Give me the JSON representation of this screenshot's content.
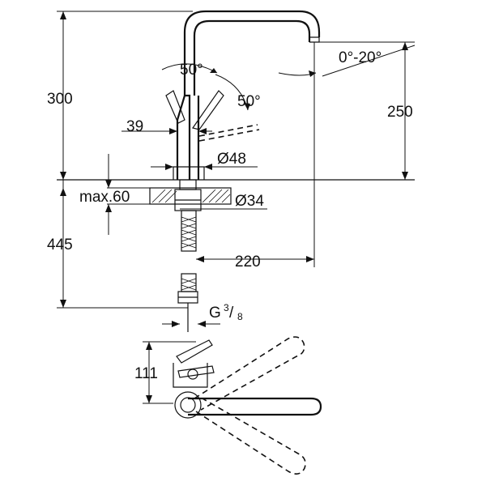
{
  "dimensions": {
    "height_total": "300",
    "spout_height": "250",
    "lever_angle_left": "50°",
    "lever_angle_right": "50°",
    "spout_tilt": "0°-20°",
    "lever_offset": "39",
    "body_diameter": "Ø48",
    "hole_diameter": "Ø34",
    "max_thickness": "max.60",
    "hose_length": "445",
    "reach": "220",
    "connection_thread": "G",
    "thread_fraction_num": "3",
    "thread_fraction_den": "8",
    "top_view_depth": "111"
  },
  "colors": {
    "line": "#111111",
    "background": "#ffffff"
  }
}
